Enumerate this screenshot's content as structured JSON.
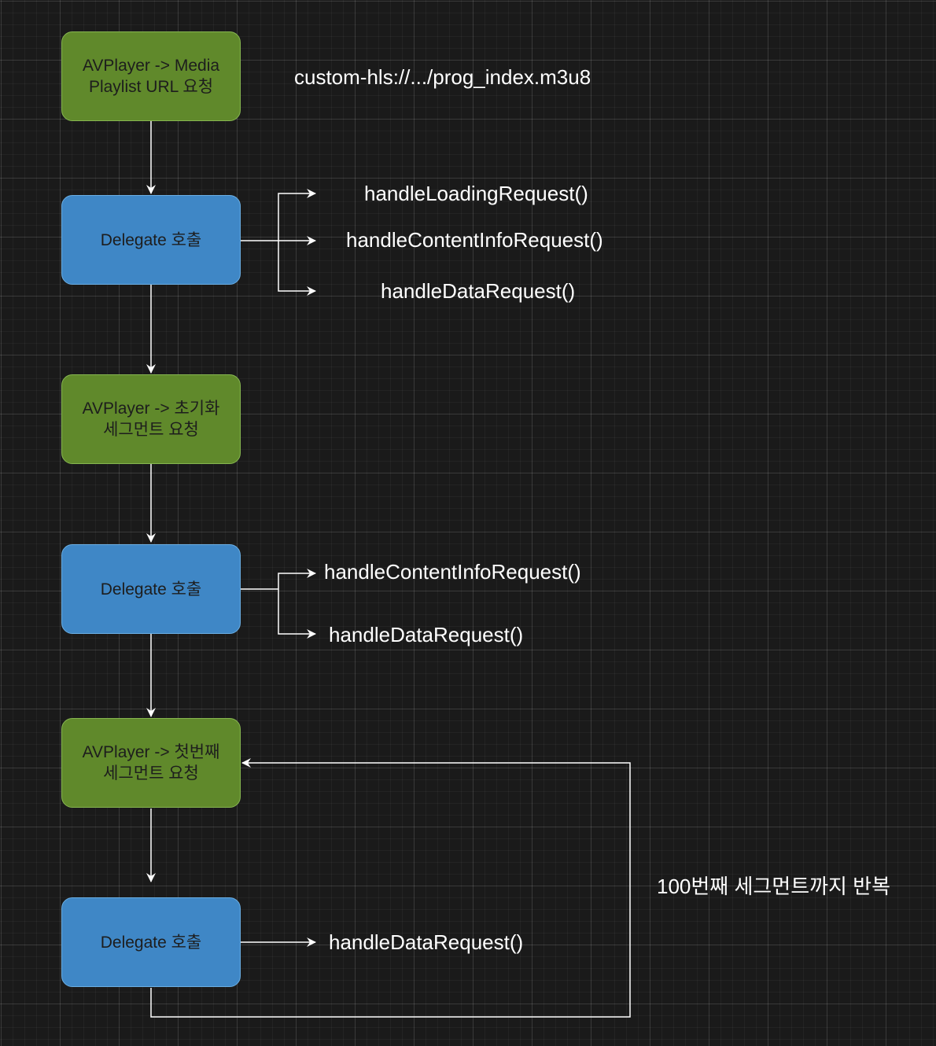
{
  "nodes": {
    "media_playlist_request": "AVPlayer -> Media\nPlaylist URL 요청",
    "delegate_call_1": "Delegate 호출",
    "init_segment_request": "AVPlayer -> 초기화\n세그먼트 요청",
    "delegate_call_2": "Delegate 호출",
    "first_segment_request": "AVPlayer -> 첫번째\n세그먼트 요청",
    "delegate_call_3": "Delegate 호출"
  },
  "labels": {
    "playlist_url": "custom-hls://.../prog_index.m3u8",
    "delegate_1_handlers": [
      "handleLoadingRequest()",
      "handleContentInfoRequest()",
      "handleDataRequest()"
    ],
    "delegate_2_handlers": [
      "handleContentInfoRequest()",
      "handleDataRequest()"
    ],
    "delegate_3_handlers": [
      "handleDataRequest()"
    ],
    "loop_note": "100번째 세그먼트까지 반복"
  },
  "colors": {
    "background": "#1a1a1a",
    "request_node_fill": "#60892b",
    "request_node_border": "#86b650",
    "delegate_node_fill": "#3f87c6",
    "delegate_node_border": "#6aaee3",
    "node_text": "#1d1d1d",
    "connector": "#ffffff",
    "label_text": "#ffffff"
  }
}
